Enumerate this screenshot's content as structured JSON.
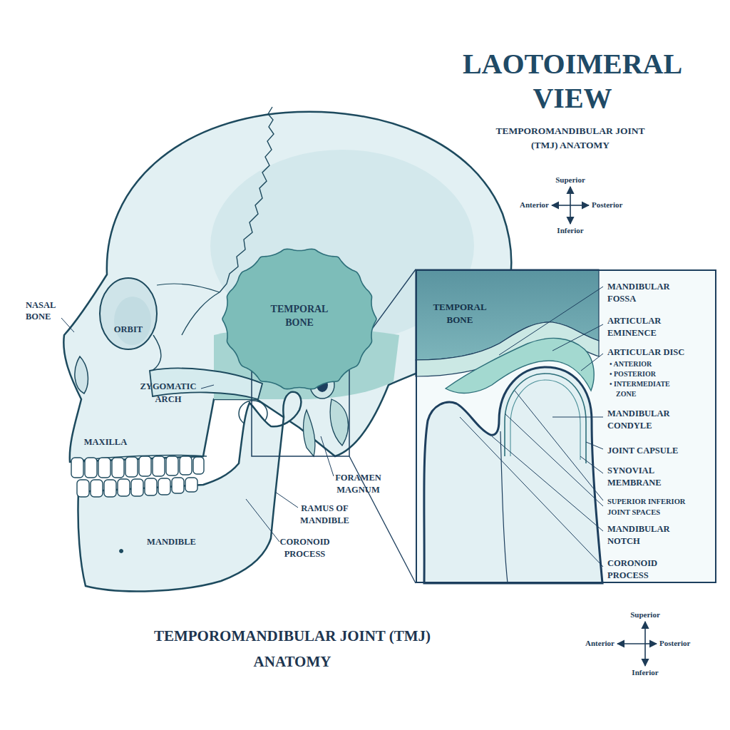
{
  "diagram": {
    "title": "LAOTOIMERAL VIEW",
    "caption": "TEMPOROMANDIBULAR JOINT (TMJ) ANATOMY",
    "nodes": [
      {
        "text": [
          "TEMPORAL BONE"
        ]
      },
      {
        "text": [
          "TEMPORAL BONE",
          "MANDIBULAR FOSSA",
          "ARTICULAR EMINENCE",
          "ARTICULAR DISC",
          "• ANTERIOR",
          "• POSTERIOR",
          "• INTERMEDIATE ZONE",
          "MANDIBULAR CONDYLE",
          "JOINT CAPSULE",
          "SYNOVIAL MEMBRANE",
          "SUPERIOR INFERIOR JOINT SPACES",
          "MANDIBULAR NOTCH",
          "CORONOID PROCESS"
        ]
      }
    ],
    "labels": [
      "TEMPOROMANDIBULAR JOINT (TMJ) ANATOMY",
      "Superior",
      "Anterior",
      "Posterior",
      "Inferior",
      "NASAL BONE",
      "ORBIT",
      "ZYGOMATIC ARCH",
      "MAXILLA",
      "MANDIBLE",
      "RAMUS OF MANDIBLE",
      "CORONOID PROCESS",
      "FORAMEN MAGNUM",
      "Superior",
      "Anterior",
      "Posterior",
      "Inferior"
    ]
  }
}
